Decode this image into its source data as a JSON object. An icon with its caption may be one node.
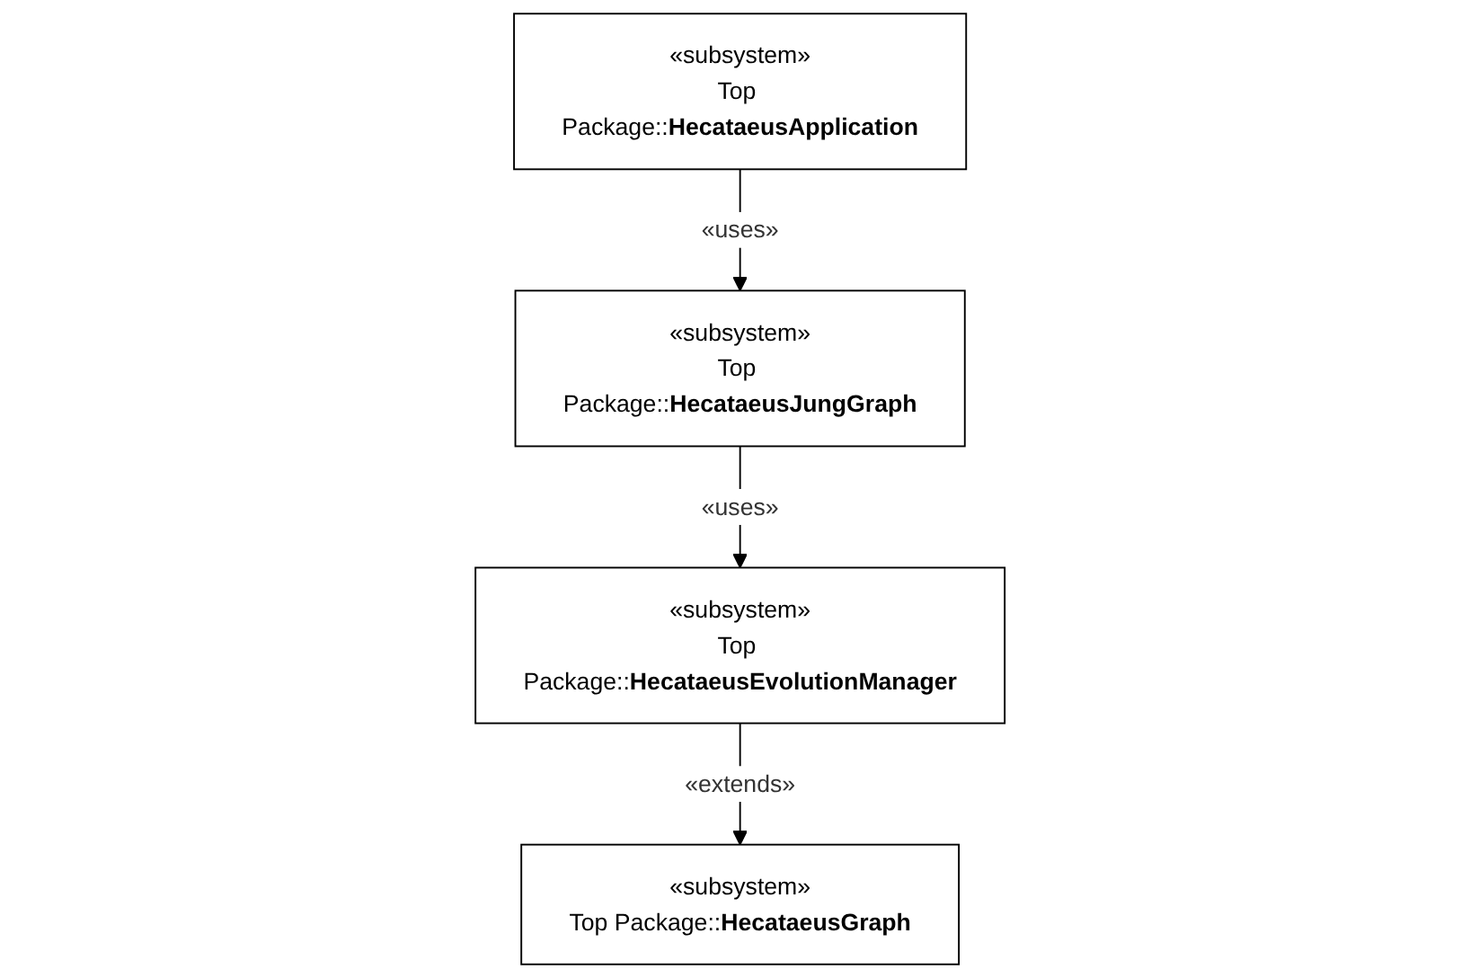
{
  "diagram": {
    "nodes": [
      {
        "text": [
          "«subsystem»",
          "Top Package::**HecataeusApplication**"
        ]
      },
      {
        "text": [
          "«subsystem»",
          "Top Package::**HecataeusJungGraph**"
        ]
      },
      {
        "text": [
          "«subsystem»",
          "Top Package::**HecataeusEvolutionManager**"
        ]
      },
      {
        "text": [
          "«subsystem»",
          "Top Package::**HecataeusGraph**"
        ]
      }
    ],
    "edges": [
      {
        "from": 0,
        "to": 1,
        "arrow": "to",
        "label": "«uses»"
      },
      {
        "from": 1,
        "to": 2,
        "arrow": "to",
        "label": "«uses»"
      },
      {
        "from": 2,
        "to": 3,
        "arrow": "to",
        "label": "«extends»"
      }
    ]
  }
}
